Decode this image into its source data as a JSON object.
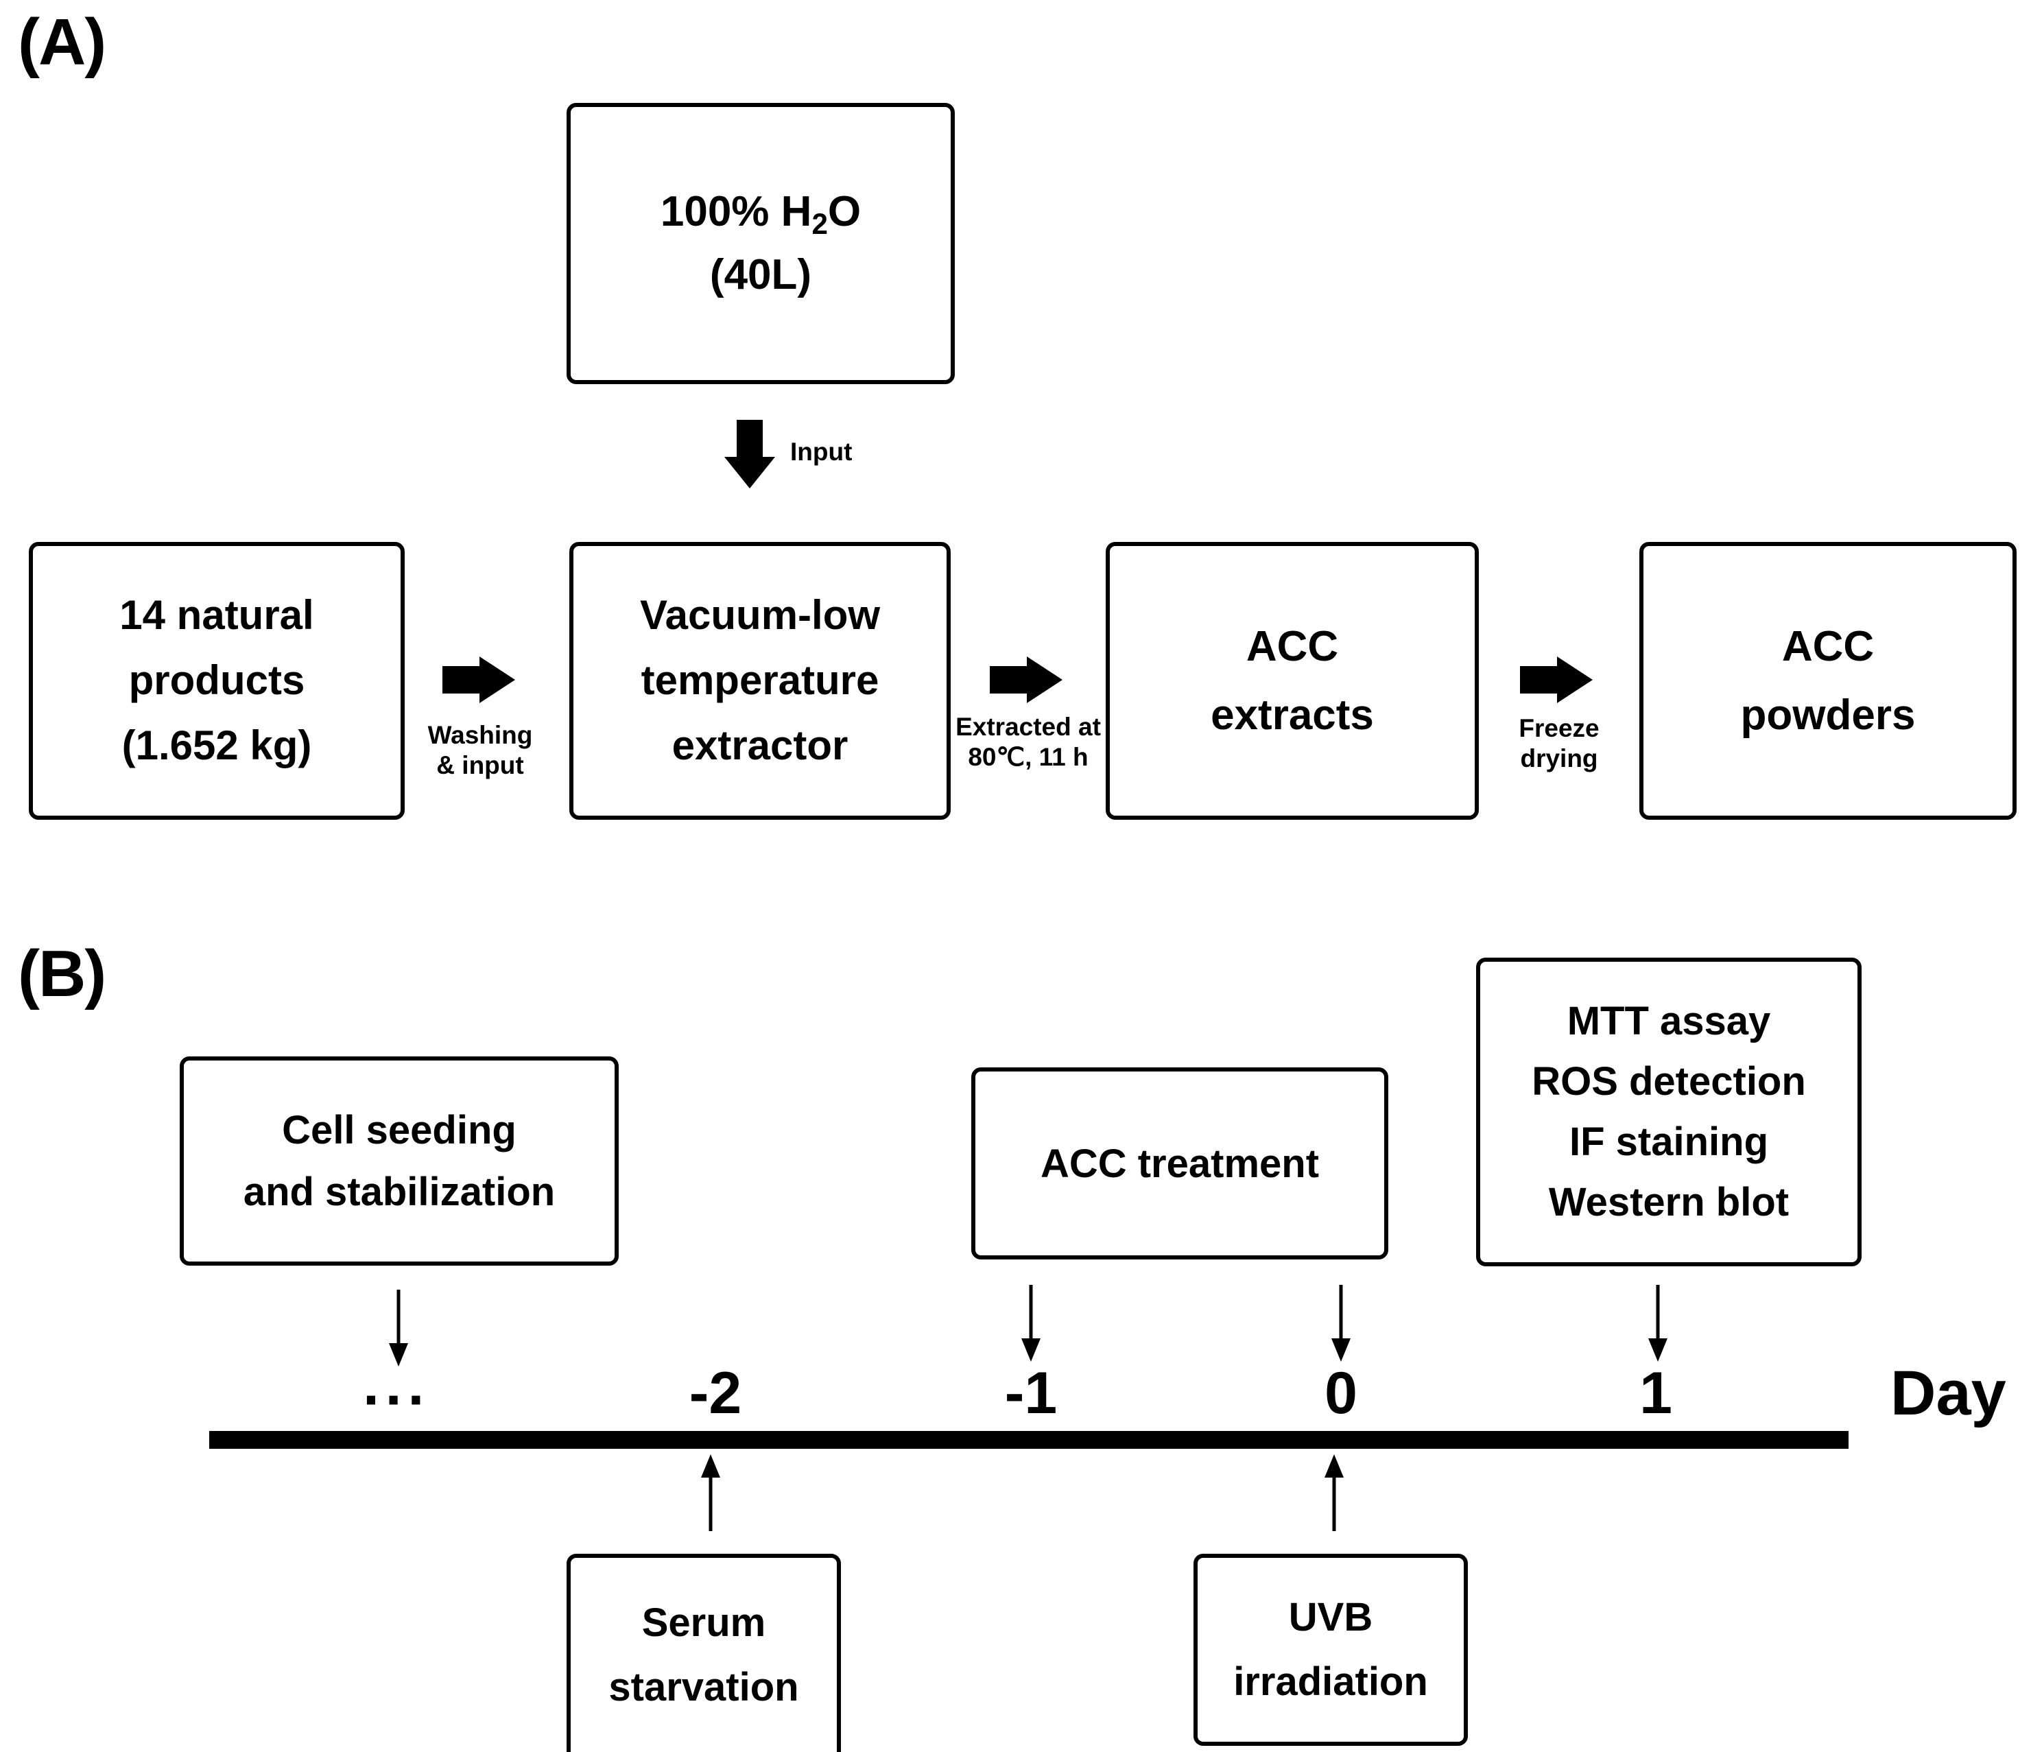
{
  "figure": {
    "panels": [
      {
        "id": "A",
        "label": "(A)"
      },
      {
        "id": "B",
        "label": "(B)"
      }
    ]
  },
  "panel_a": {
    "label": "(A)",
    "solvent_box": {
      "line1_prefix": "100% H",
      "line1_sub": "2",
      "line1_suffix": "O",
      "line2": "(40L)"
    },
    "input_arrow_label": "Input",
    "steps": [
      {
        "name": "natural-products",
        "line1": "14 natural",
        "line2": "products",
        "line3": "(1.652 kg)"
      },
      {
        "name": "extractor",
        "line1": "Vacuum-low",
        "line2": "temperature",
        "line3": "extractor"
      },
      {
        "name": "acc-extracts",
        "line1": "ACC",
        "line2": "extracts"
      },
      {
        "name": "acc-powders",
        "line1": "ACC",
        "line2": "powders"
      }
    ],
    "transitions": [
      {
        "name": "washing",
        "line1": "Washing",
        "line2": "& input"
      },
      {
        "name": "extraction",
        "line1": "Extracted at",
        "line2": "80℃, 11 h"
      },
      {
        "name": "freeze-drying",
        "line1": "Freeze",
        "line2": "drying"
      }
    ]
  },
  "panel_b": {
    "label": "(B)",
    "axis_title": "Day",
    "ellipsis": "···",
    "ticks": [
      {
        "name": "day-minus-2",
        "value": "-2"
      },
      {
        "name": "day-minus-1",
        "value": "-1"
      },
      {
        "name": "day-0",
        "value": "0"
      },
      {
        "name": "day-1",
        "value": "1"
      }
    ],
    "events_above": [
      {
        "name": "cell-seeding",
        "line1": "Cell seeding",
        "line2": "and stabilization"
      },
      {
        "name": "acc-treatment",
        "line1": "ACC treatment"
      },
      {
        "name": "readouts",
        "line1": "MTT assay",
        "line2": "ROS detection",
        "line3": "IF staining",
        "line4": "Western blot"
      }
    ],
    "events_below": [
      {
        "name": "serum-starvation",
        "line1": "Serum",
        "line2": "starvation"
      },
      {
        "name": "uvb-irradiation",
        "line1": "UVB",
        "line2": "irradiation"
      }
    ]
  }
}
